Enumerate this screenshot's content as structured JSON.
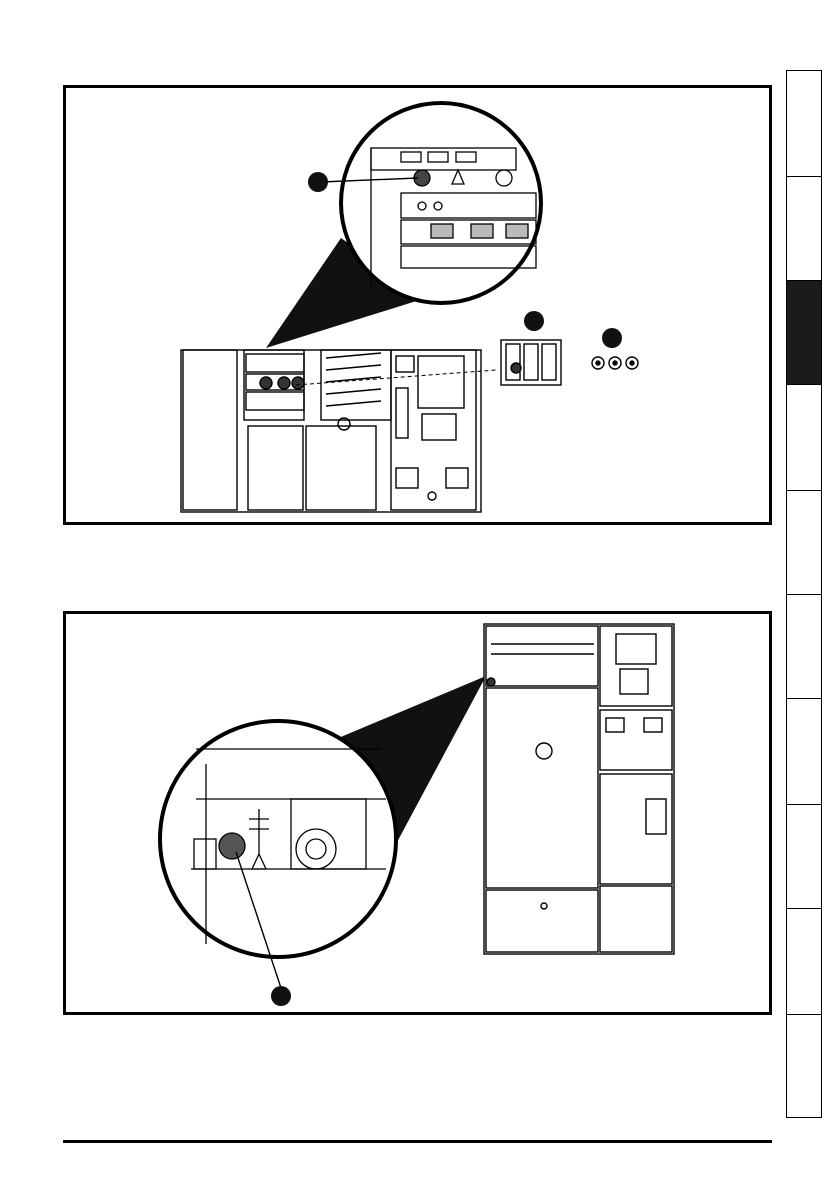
{
  "page": {
    "background": "#ffffff",
    "ink": "#000000"
  },
  "side_tabs": {
    "count": 10,
    "active_index": 2,
    "active_color": "#1a1a1a"
  },
  "figures": [
    {
      "id": "figure-top",
      "callouts": 3
    },
    {
      "id": "figure-bottom",
      "callouts": 1
    }
  ]
}
